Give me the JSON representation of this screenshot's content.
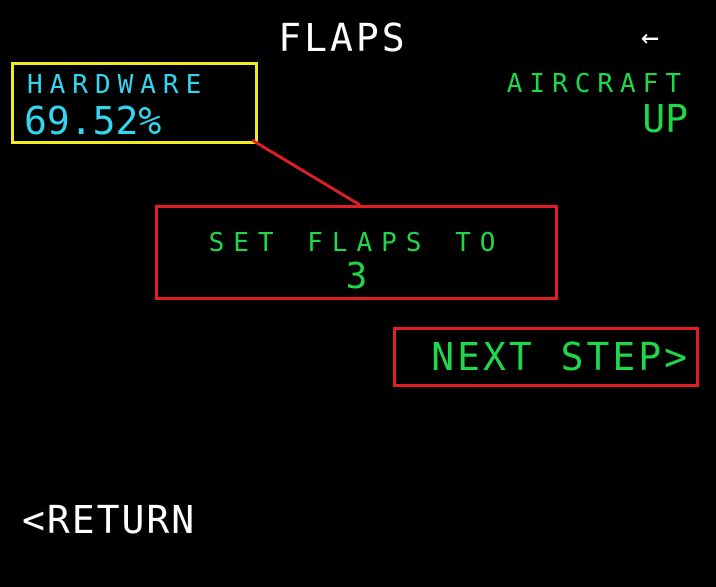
{
  "header": {
    "title": "FLAPS",
    "back_icon": "←"
  },
  "hardware": {
    "label": "HARDWARE",
    "value": "69.52%"
  },
  "aircraft": {
    "label": "AIRCRAFT",
    "value": "UP"
  },
  "instruction": {
    "label": "SET FLAPS TO",
    "value": "3"
  },
  "actions": {
    "next_step": "NEXT STEP>",
    "return": "<RETURN"
  },
  "colors": {
    "background": "#000000",
    "title_text": "#ffffff",
    "hardware_text": "#33d6ee",
    "green_text": "#1fd84a",
    "hardware_border": "#f2ec1c",
    "highlight_border": "#e01e23"
  }
}
